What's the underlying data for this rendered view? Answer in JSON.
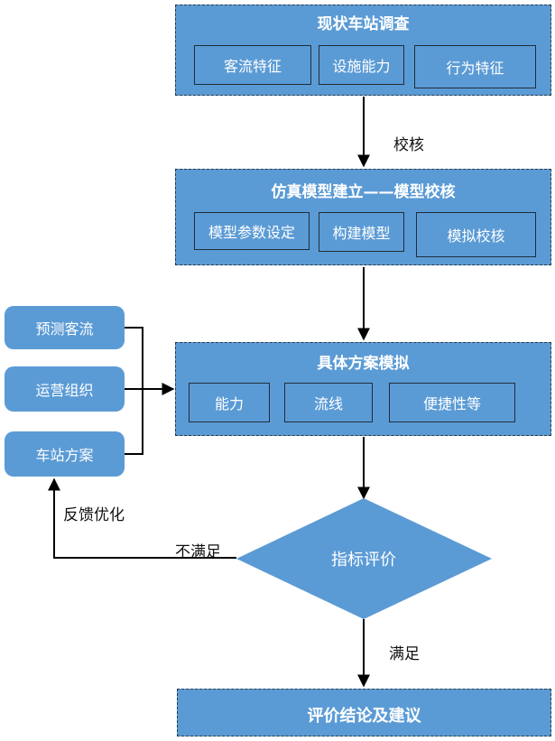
{
  "stages": {
    "survey": {
      "title": "现状车站调查",
      "items": [
        "客流特征",
        "设施能力",
        "行为特征"
      ]
    },
    "model": {
      "title": "仿真模型建立——模型校核",
      "items": [
        "模型参数设定",
        "构建模型",
        "模拟校核"
      ]
    },
    "scheme": {
      "title": "具体方案模拟",
      "items": [
        "能力",
        "流线",
        "便捷性等"
      ]
    },
    "result": {
      "title": "评价结论及建议"
    }
  },
  "decision": {
    "label": "指标评价"
  },
  "inputs": [
    "预测客流",
    "运营组织",
    "车站方案"
  ],
  "edge_labels": {
    "verify": "校核",
    "satisfied": "满足",
    "not_satisfied": "不满足",
    "feedback": "反馈优化"
  },
  "colors": {
    "fill": "#5b9bd5",
    "border": "#2a3a4a",
    "arrow": "#000000"
  }
}
